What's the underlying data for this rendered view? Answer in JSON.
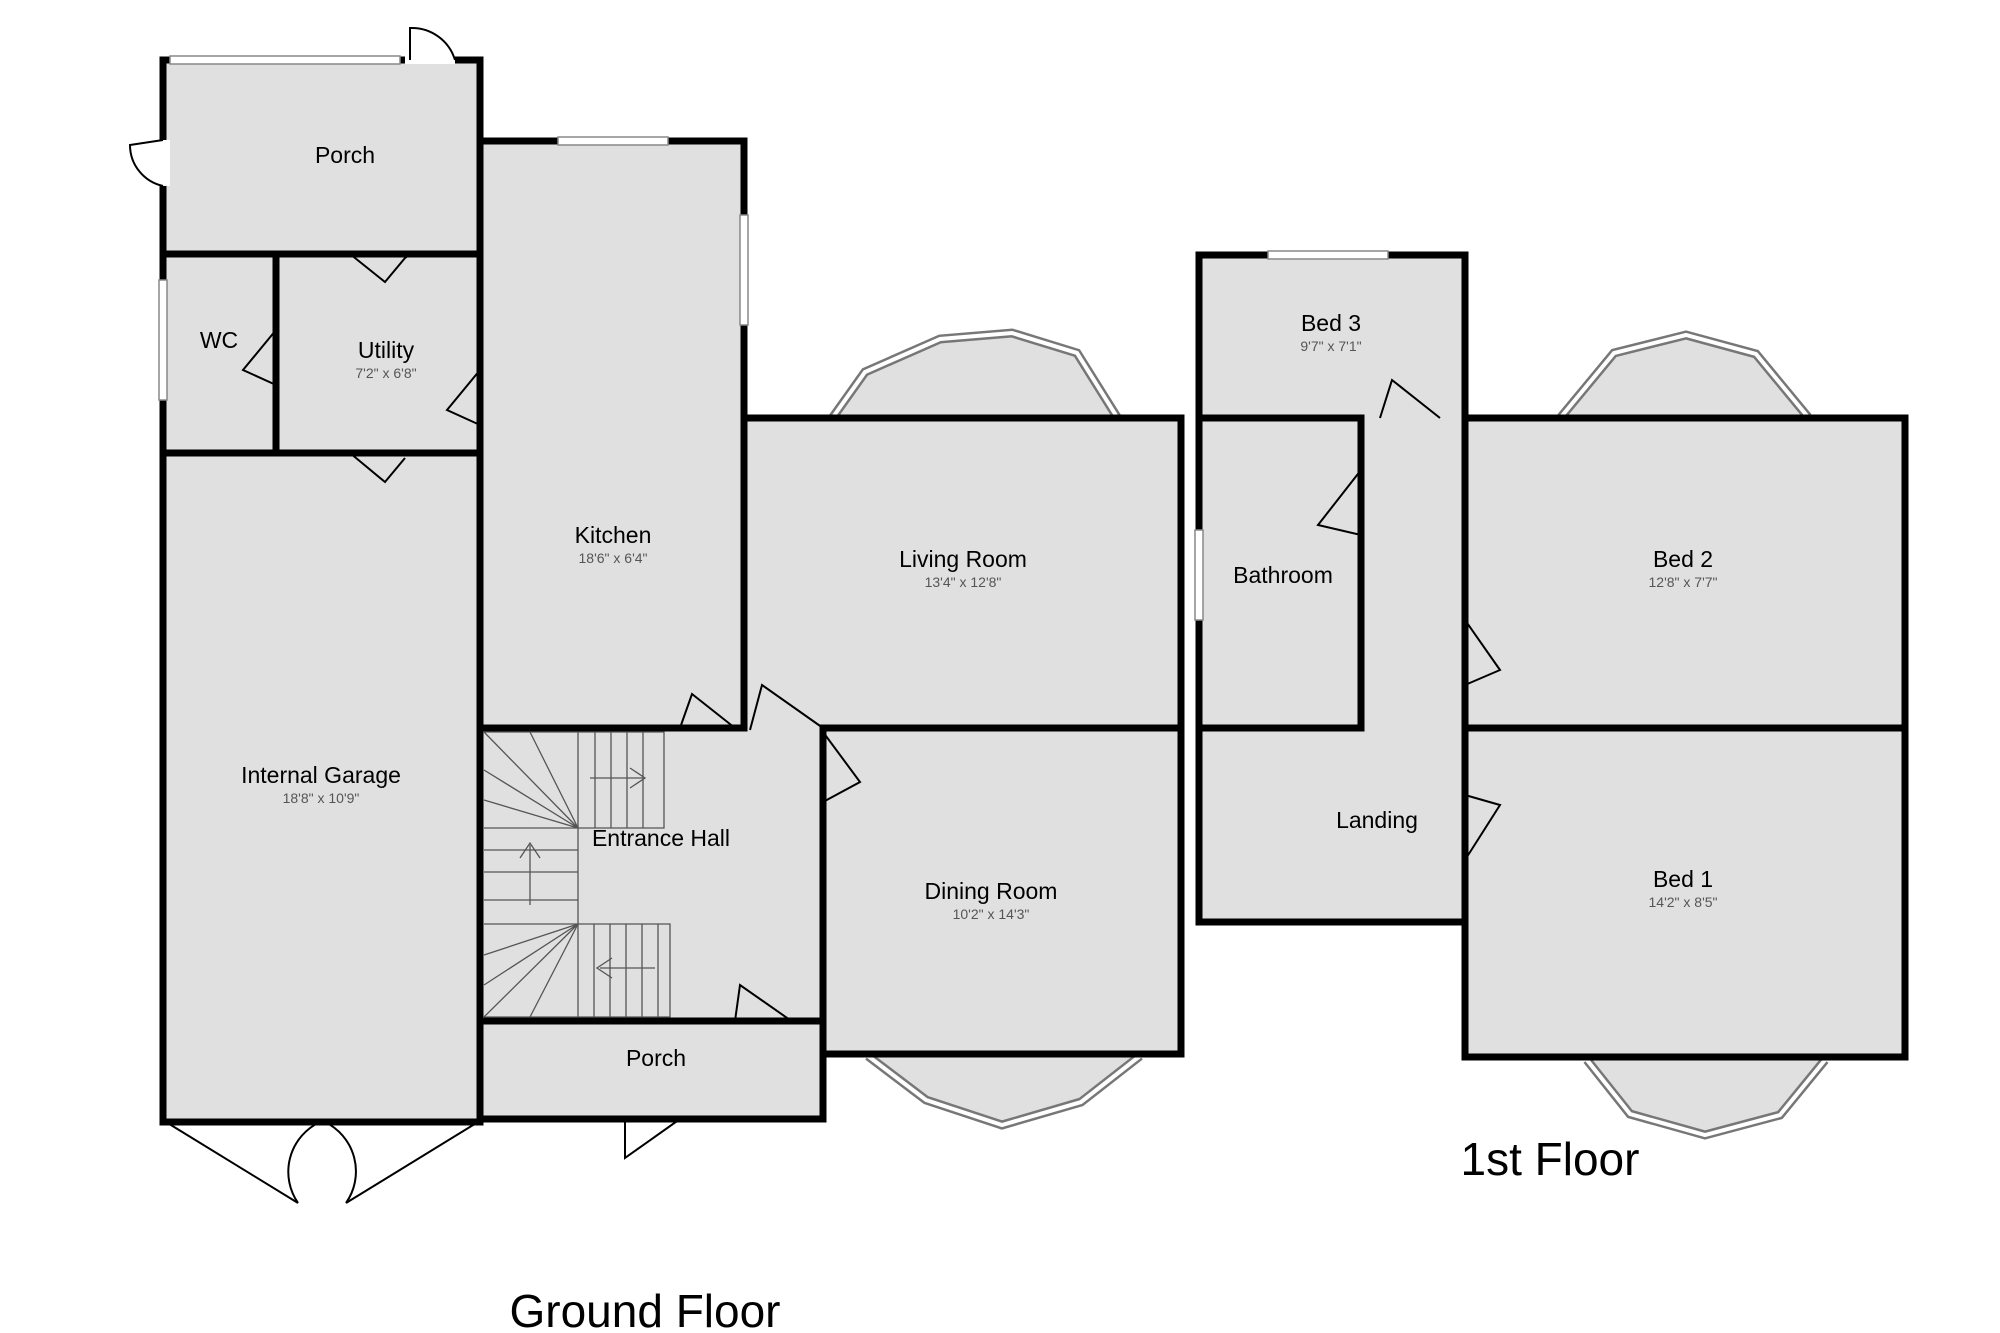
{
  "floors": [
    {
      "name": "Ground Floor"
    },
    {
      "name": "1st Floor"
    }
  ],
  "rooms": {
    "porch_rear": {
      "name": "Porch",
      "dims": ""
    },
    "wc": {
      "name": "WC",
      "dims": ""
    },
    "utility": {
      "name": "Utility",
      "dims": "7'2\" x 6'8\""
    },
    "kitchen": {
      "name": "Kitchen",
      "dims": "18'6\" x 6'4\""
    },
    "garage": {
      "name": "Internal Garage",
      "dims": "18'8\" x 10'9\""
    },
    "living": {
      "name": "Living Room",
      "dims": "13'4\" x 12'8\""
    },
    "hall": {
      "name": "Entrance Hall",
      "dims": ""
    },
    "dining": {
      "name": "Dining Room",
      "dims": "10'2\" x 14'3\""
    },
    "porch_front": {
      "name": "Porch",
      "dims": ""
    },
    "bed3": {
      "name": "Bed 3",
      "dims": "9'7\" x 7'1\""
    },
    "bathroom": {
      "name": "Bathroom",
      "dims": ""
    },
    "bed2": {
      "name": "Bed 2",
      "dims": "12'8\" x 7'7\""
    },
    "landing": {
      "name": "Landing",
      "dims": ""
    },
    "bed1": {
      "name": "Bed 1",
      "dims": "14'2\" x 8'5\""
    }
  },
  "colors": {
    "room_fill": "#e0e0e0",
    "wall": "#000000",
    "background": "#ffffff"
  }
}
